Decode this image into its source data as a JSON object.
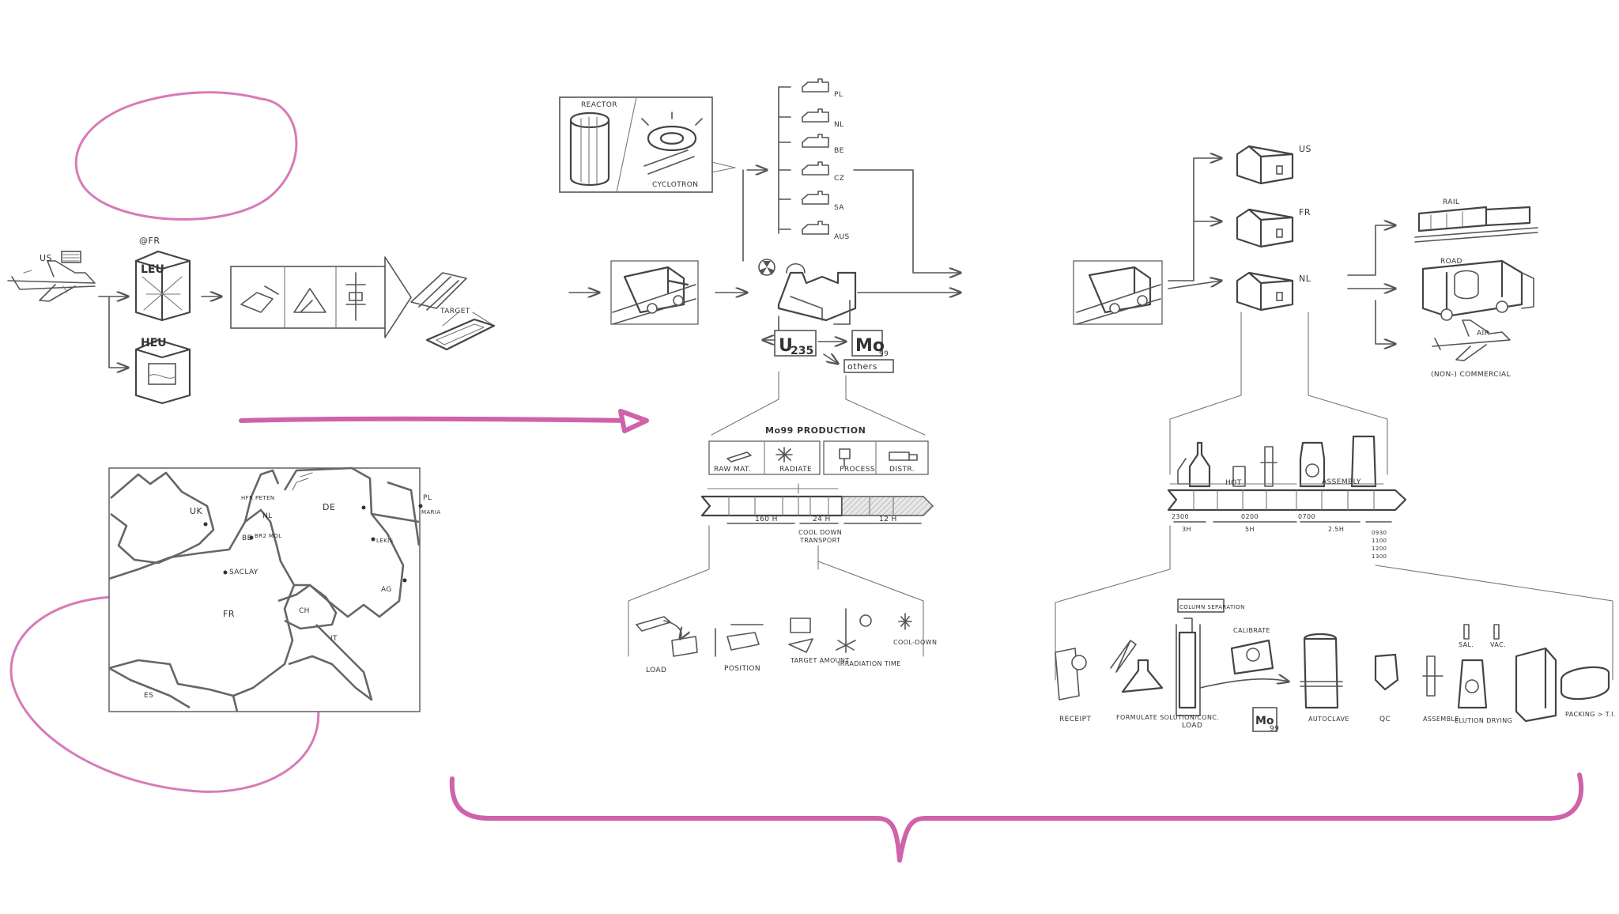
{
  "origin": {
    "us": "US",
    "fr": "@FR",
    "leu": "LEU",
    "heu": "HEU",
    "target": "TARGET"
  },
  "reactor": {
    "reactor": "REACTOR",
    "cyclotron": "CYCLOTRON"
  },
  "countries_top": [
    "PL",
    "NL",
    "BE",
    "CZ",
    "SA",
    "AUS"
  ],
  "isotopes": {
    "u": "U",
    "u_sub": "235",
    "mo": "Mo",
    "mo_sub": "99",
    "others": "others"
  },
  "mo_production": {
    "title": "Mo99 PRODUCTION",
    "steps": [
      "RAW MAT.",
      "RADIATE",
      "PROCESS",
      "DISTR."
    ],
    "timeline_labels": [
      "160 H",
      "24 H",
      "12 H"
    ],
    "cooldown": "COOL DOWN",
    "transport": "TRANSPORT"
  },
  "sub_steps_left": [
    "LOAD",
    "POSITION",
    "TARGET AMOUNT",
    "IRRADIATION TIME",
    "COOL-DOWN"
  ],
  "map": {
    "uk": "UK",
    "de": "DE",
    "nl": "NL",
    "be": "BE",
    "fr": "FR",
    "es": "ES",
    "it": "IT",
    "ch": "CH",
    "ag": "AG",
    "pl": "PL",
    "cities": [
      "HFR PETEN",
      "SACLAY",
      "LEKIS",
      "MARIA",
      "BR2 MOL"
    ]
  },
  "distribution_countries": [
    "US",
    "FR",
    "NL"
  ],
  "transport": [
    "RAIL",
    "ROAD",
    "AIR",
    "(NON-) COMMERCIAL"
  ],
  "hot": {
    "hot": "HOT",
    "assembly": "ASSEMBLY",
    "times": [
      "2300",
      "0200",
      "0700"
    ],
    "durations": [
      "3H",
      "5H",
      "2.5H"
    ],
    "late_times": [
      "0930",
      "1100",
      "1200",
      "1300"
    ]
  },
  "sub_steps_right": [
    "RECEIPT",
    "FORMULATE SOLUTION/CONC.",
    "COLUMN SEPARATION",
    "LOAD",
    "CALIBRATE",
    "AUTOCLAVE",
    "QC",
    "ASSEMBLE",
    "SAL.",
    "VAC.",
    "ELUTION DRYING",
    "PACKING > T.I."
  ],
  "right_mo": "Mo",
  "right_mo_sub": "99",
  "colors": {
    "accent": "#cf62aa",
    "ink": "#444444"
  }
}
